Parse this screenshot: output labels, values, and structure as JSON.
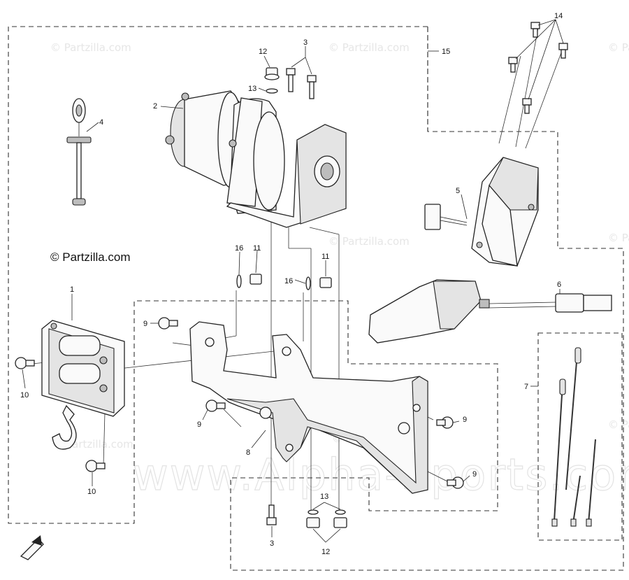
{
  "watermarks": {
    "site": "© Partzilla.com",
    "site_main": "© Partzilla.com",
    "site_big": "www.Alpha-Sports.com"
  },
  "callouts": {
    "c1": "1",
    "c2": "2",
    "c3a": "3",
    "c3b": "3",
    "c4": "4",
    "c5": "5",
    "c6": "6",
    "c7": "7",
    "c8": "8",
    "c9a": "9",
    "c9b": "9",
    "c9c": "9",
    "c9d": "9",
    "c10a": "10",
    "c10b": "10",
    "c11a": "11",
    "c11b": "11",
    "c12a": "12",
    "c12b": "12",
    "c13a": "13",
    "c13b": "13",
    "c14": "14",
    "c15": "15",
    "c16a": "16",
    "c16b": "16"
  },
  "colors": {
    "line": "#222222",
    "watermark": "#e6e6e6",
    "background": "#ffffff"
  },
  "icons": {
    "front_arrow": "front-direction-icon"
  }
}
